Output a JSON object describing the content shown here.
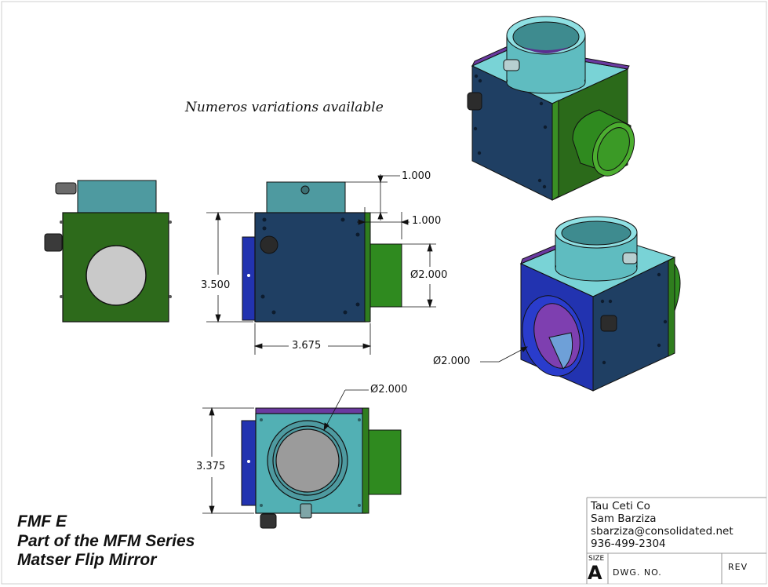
{
  "note": "Numeros variations available",
  "dimensions": {
    "top_offset": "1.000",
    "side_offset": "1.000",
    "front_height": "3.500",
    "front_width": "3.675",
    "port_diameter_front": "Ø2.000",
    "port_diameter_bottom": "Ø2.000",
    "port_diameter_iso": "Ø2.000",
    "bottom_height": "3.375"
  },
  "title_block": {
    "product_lines": [
      "FMF E",
      "Part of  the MFM Series",
      "Matser Flip Mirror"
    ],
    "company": "Tau Ceti Co",
    "name": "Sam Barziza",
    "email": "sbarziza@consolidated.net",
    "phone": "936-499-2304",
    "size_label": "SIZE",
    "size_value": "A",
    "dwg_label": "DWG.  NO.",
    "rev_label": "REV"
  },
  "colors": {
    "body_blue": "#1f3f63",
    "cap_teal": "#4fa3a8",
    "port_green": "#2f7d1e",
    "plate_green": "#2b6a1a",
    "ring_blue": "#2233b0",
    "mirror_gray": "#c7c7c7",
    "top_cyan": "#79d3d6",
    "purple_edge": "#6a3aa0"
  }
}
